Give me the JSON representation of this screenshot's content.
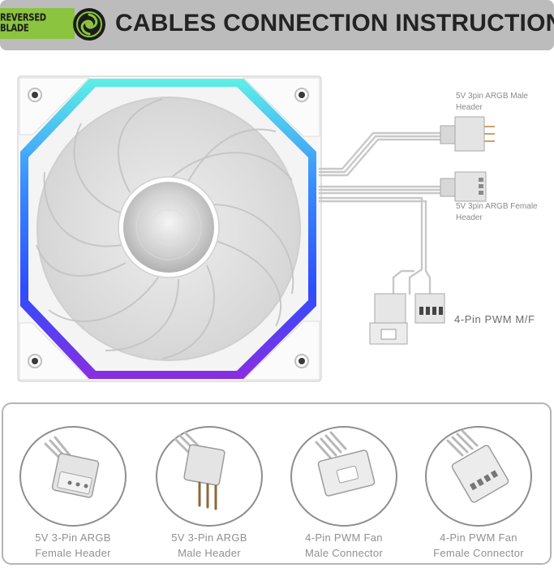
{
  "banner": {
    "brand": "REVERSED BLADE",
    "title": "CABLES CONNECTION INSTRUCTIONS"
  },
  "diagram": {
    "labels": {
      "argb_male": [
        "5V 3pin ARGB Male",
        "Header"
      ],
      "argb_female": [
        "5V 3pin ARGB Female",
        "Header"
      ],
      "pwm": "4-Pin PWM M/F"
    },
    "fan_ring_colors": [
      "#5ef0e6",
      "#3a8dff",
      "#2d4dff",
      "#8a2ee0"
    ]
  },
  "connectors": [
    {
      "line1": "5V 3-Pin ARGB",
      "line2": "Female Header",
      "icon": "argb-female-header-icon"
    },
    {
      "line1": "5V 3-Pin ARGB",
      "line2": "Male Header",
      "icon": "argb-male-header-icon"
    },
    {
      "line1": "4-Pin PWM Fan",
      "line2": "Male Connector",
      "icon": "pwm-male-connector-icon"
    },
    {
      "line1": "4-Pin PWM Fan",
      "line2": "Female Connector",
      "icon": "pwm-female-connector-icon"
    }
  ]
}
